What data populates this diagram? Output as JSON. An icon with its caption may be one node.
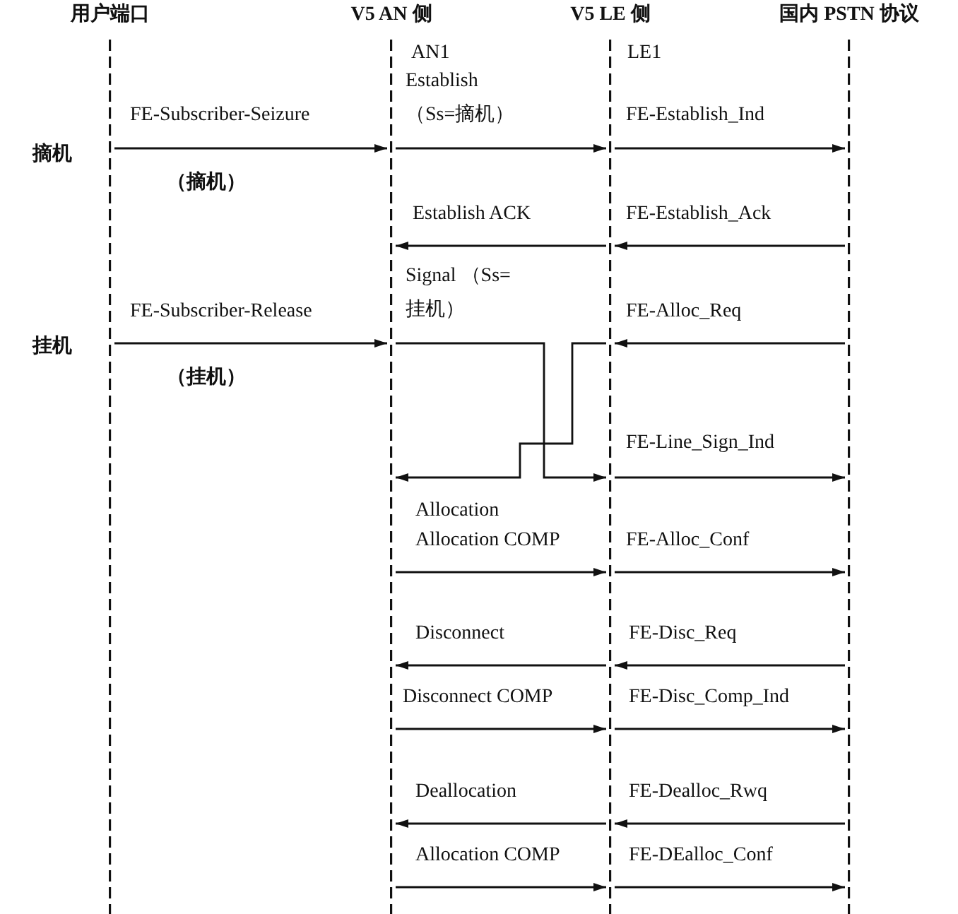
{
  "diagram": {
    "nodes": [
      {
        "text": [
          "用户端口"
        ]
      },
      {
        "text": [
          "V5 AN 侧"
        ]
      },
      {
        "text": [
          "V5 LE 侧"
        ]
      },
      {
        "text": [
          "国内 PSTN 协议"
        ]
      }
    ],
    "edges": [
      {
        "from": 0,
        "to": 1,
        "arrow": "to",
        "label": "FE-Subscriber-Seizure"
      },
      {
        "from": 1,
        "to": 2,
        "arrow": "to",
        "label": "Establish （Ss=摘机）"
      },
      {
        "from": 2,
        "to": 3,
        "arrow": "to",
        "label": "FE-Establish_Ind"
      },
      {
        "from": 3,
        "to": 2,
        "arrow": "to",
        "label": "FE-Establish_Ack"
      },
      {
        "from": 2,
        "to": 1,
        "arrow": "to",
        "label": "Establish ACK"
      },
      {
        "from": 0,
        "to": 1,
        "arrow": "to",
        "label": "FE-Subscriber-Release"
      },
      {
        "from": 1,
        "to": 2,
        "arrow": "to",
        "label": "Signal （Ss=挂机）"
      },
      {
        "from": 3,
        "to": 2,
        "arrow": "to",
        "label": "FE-Alloc_Req"
      },
      {
        "from": 2,
        "to": 1,
        "arrow": "to",
        "label": "Allocation"
      },
      {
        "from": 2,
        "to": 3,
        "arrow": "to",
        "label": "FE-Line_Sign_Ind"
      },
      {
        "from": 1,
        "to": 2,
        "arrow": "to",
        "label": "Allocation COMP"
      },
      {
        "from": 2,
        "to": 3,
        "arrow": "to",
        "label": "FE-Alloc_Conf"
      },
      {
        "from": 2,
        "to": 1,
        "arrow": "to",
        "label": "Disconnect"
      },
      {
        "from": 3,
        "to": 2,
        "arrow": "to",
        "label": "FE-Disc_Req"
      },
      {
        "from": 1,
        "to": 2,
        "arrow": "to",
        "label": "Disconnect COMP"
      },
      {
        "from": 2,
        "to": 3,
        "arrow": "to",
        "label": "FE-Disc_Comp_Ind"
      },
      {
        "from": 2,
        "to": 1,
        "arrow": "to",
        "label": "Deallocation"
      },
      {
        "from": 3,
        "to": 2,
        "arrow": "to",
        "label": "FE-Dealloc_Rwq"
      },
      {
        "from": 1,
        "to": 2,
        "arrow": "to",
        "label": "Allocation COMP"
      },
      {
        "from": 2,
        "to": 3,
        "arrow": "to",
        "label": "FE-DEalloc_Conf"
      }
    ],
    "labels": [
      "AN1",
      "LE1",
      "摘机",
      "（摘机）",
      "挂机",
      "（挂机）"
    ]
  }
}
